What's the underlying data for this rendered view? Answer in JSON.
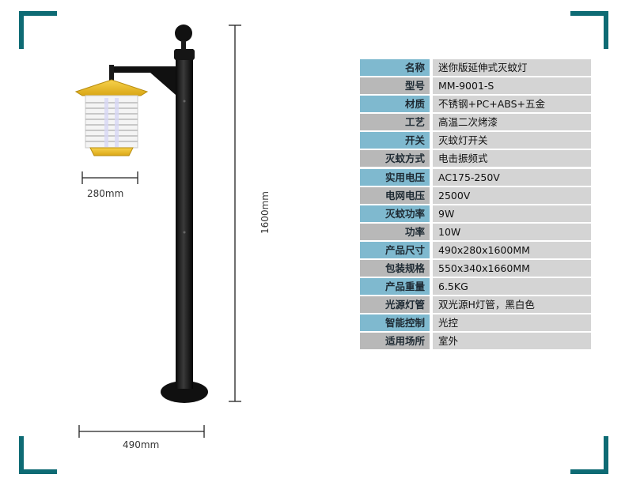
{
  "dimensions": {
    "lamp_width": "280mm",
    "base_width": "490mm",
    "height": "1600mm"
  },
  "colors": {
    "frame_accent": "#0e6b74",
    "key_blue": "#7fb9cf",
    "key_gray": "#b8b8b8",
    "value_gray": "#d4d4d4",
    "lamp_yellow": "#f2c12e"
  },
  "specs": [
    {
      "key": "名称",
      "value": "迷你版延伸式灭蚊灯"
    },
    {
      "key": "型号",
      "value": "MM-9001-S"
    },
    {
      "key": "材质",
      "value": "不锈钢+PC+ABS+五金"
    },
    {
      "key": "工艺",
      "value": "高温二次烤漆"
    },
    {
      "key": "开关",
      "value": "灭蚊灯开关"
    },
    {
      "key": "灭蚊方式",
      "value": "电击振频式"
    },
    {
      "key": "实用电压",
      "value": "AC175-250V"
    },
    {
      "key": "电网电压",
      "value": "2500V"
    },
    {
      "key": "灭蚊功率",
      "value": "9W"
    },
    {
      "key": "功率",
      "value": "10W"
    },
    {
      "key": "产品尺寸",
      "value": "490x280x1600MM"
    },
    {
      "key": "包装规格",
      "value": "550x340x1660MM"
    },
    {
      "key": "产品重量",
      "value": "6.5KG"
    },
    {
      "key": "光源灯管",
      "value": "双光源H灯管，黑白色"
    },
    {
      "key": "智能控制",
      "value": "光控"
    },
    {
      "key": "适用场所",
      "value": "室外"
    }
  ]
}
